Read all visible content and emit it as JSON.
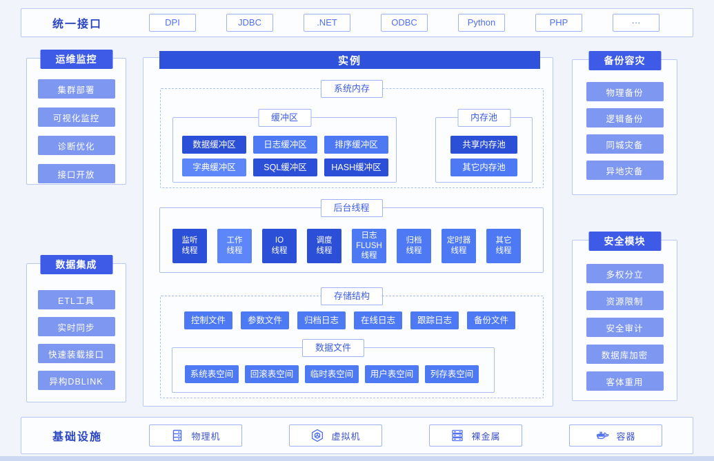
{
  "colors": {
    "page_bg": "#f2f4fb",
    "panel_border": "#b9c8f3",
    "instance_header_bg": "#2e52dc",
    "panel_header_bg": "#3d5be6",
    "node_dark": "#2c4fd7",
    "node_medium": "#4d79f5",
    "node_light": "#5d87f8",
    "side_node": "#7e97f0",
    "outline_text": "#4d6ef2",
    "bar_title_text": "#2a44c2"
  },
  "top_bar": {
    "title": "统一接口",
    "items": [
      "DPI",
      "JDBC",
      ".NET",
      "ODBC",
      "Python",
      "PHP",
      "···"
    ]
  },
  "panels": {
    "ops": {
      "title": "运维监控",
      "items": [
        {
          "label": "集群部署"
        },
        {
          "label": "可视化监控"
        },
        {
          "label": "诊断优化"
        },
        {
          "label": "接口开放"
        }
      ]
    },
    "data_integration": {
      "title": "数据集成",
      "items": [
        {
          "label": "ETL工具"
        },
        {
          "label": "实时同步"
        },
        {
          "label": "快速装载接口"
        },
        {
          "label": "异构DBLINK"
        }
      ]
    },
    "backup": {
      "title": "备份容灾",
      "items": [
        {
          "label": "物理备份"
        },
        {
          "label": "逻辑备份"
        },
        {
          "label": "同城灾备"
        },
        {
          "label": "异地灾备"
        }
      ]
    },
    "security": {
      "title": "安全模块",
      "items": [
        {
          "label": "多权分立"
        },
        {
          "label": "资源限制"
        },
        {
          "label": "安全审计"
        },
        {
          "label": "数据库加密"
        },
        {
          "label": "客体重用"
        }
      ]
    }
  },
  "instance": {
    "title": "实例",
    "system_memory": {
      "label": "系统内存",
      "buffer": {
        "label": "缓冲区",
        "items": [
          {
            "label": "数据缓冲区",
            "tone": "dark"
          },
          {
            "label": "日志缓冲区",
            "tone": "medium"
          },
          {
            "label": "排序缓冲区",
            "tone": "medium"
          },
          {
            "label": "字典缓冲区",
            "tone": "light"
          },
          {
            "label": "SQL缓冲区",
            "tone": "dark"
          },
          {
            "label": "HASH缓冲区",
            "tone": "dark"
          }
        ]
      },
      "memory_pool": {
        "label": "内存池",
        "items": [
          {
            "label": "共享内存池",
            "tone": "dark"
          },
          {
            "label": "其它内存池",
            "tone": "medium"
          }
        ]
      }
    },
    "background_threads": {
      "label": "后台线程",
      "items": [
        {
          "label": "监听\n线程",
          "tone": "dark"
        },
        {
          "label": "工作\n线程",
          "tone": "light"
        },
        {
          "label": "IO\n线程",
          "tone": "dark"
        },
        {
          "label": "调度\n线程",
          "tone": "dark"
        },
        {
          "label": "日志\nFLUSH\n线程",
          "tone": "medium"
        },
        {
          "label": "归档\n线程",
          "tone": "medium"
        },
        {
          "label": "定时器\n线程",
          "tone": "medium"
        },
        {
          "label": "其它\n线程",
          "tone": "medium"
        }
      ]
    },
    "storage": {
      "label": "存储结构",
      "files": [
        {
          "label": "控制文件",
          "tone": "medium"
        },
        {
          "label": "参数文件",
          "tone": "medium"
        },
        {
          "label": "归档日志",
          "tone": "medium"
        },
        {
          "label": "在线日志",
          "tone": "medium"
        },
        {
          "label": "跟踪日志",
          "tone": "medium"
        },
        {
          "label": "备份文件",
          "tone": "medium"
        }
      ],
      "data_files": {
        "label": "数据文件",
        "items": [
          {
            "label": "系统表空间",
            "tone": "medium"
          },
          {
            "label": "回滚表空间",
            "tone": "medium"
          },
          {
            "label": "临时表空间",
            "tone": "medium"
          },
          {
            "label": "用户表空间",
            "tone": "medium"
          },
          {
            "label": "列存表空间",
            "tone": "medium"
          }
        ]
      }
    }
  },
  "bottom_bar": {
    "title": "基础设施",
    "items": [
      {
        "label": "物理机",
        "icon": "physical-server-icon"
      },
      {
        "label": "虚拟机",
        "icon": "virtual-machine-icon"
      },
      {
        "label": "裸金属",
        "icon": "bare-metal-icon"
      },
      {
        "label": "容器",
        "icon": "container-icon"
      }
    ]
  }
}
